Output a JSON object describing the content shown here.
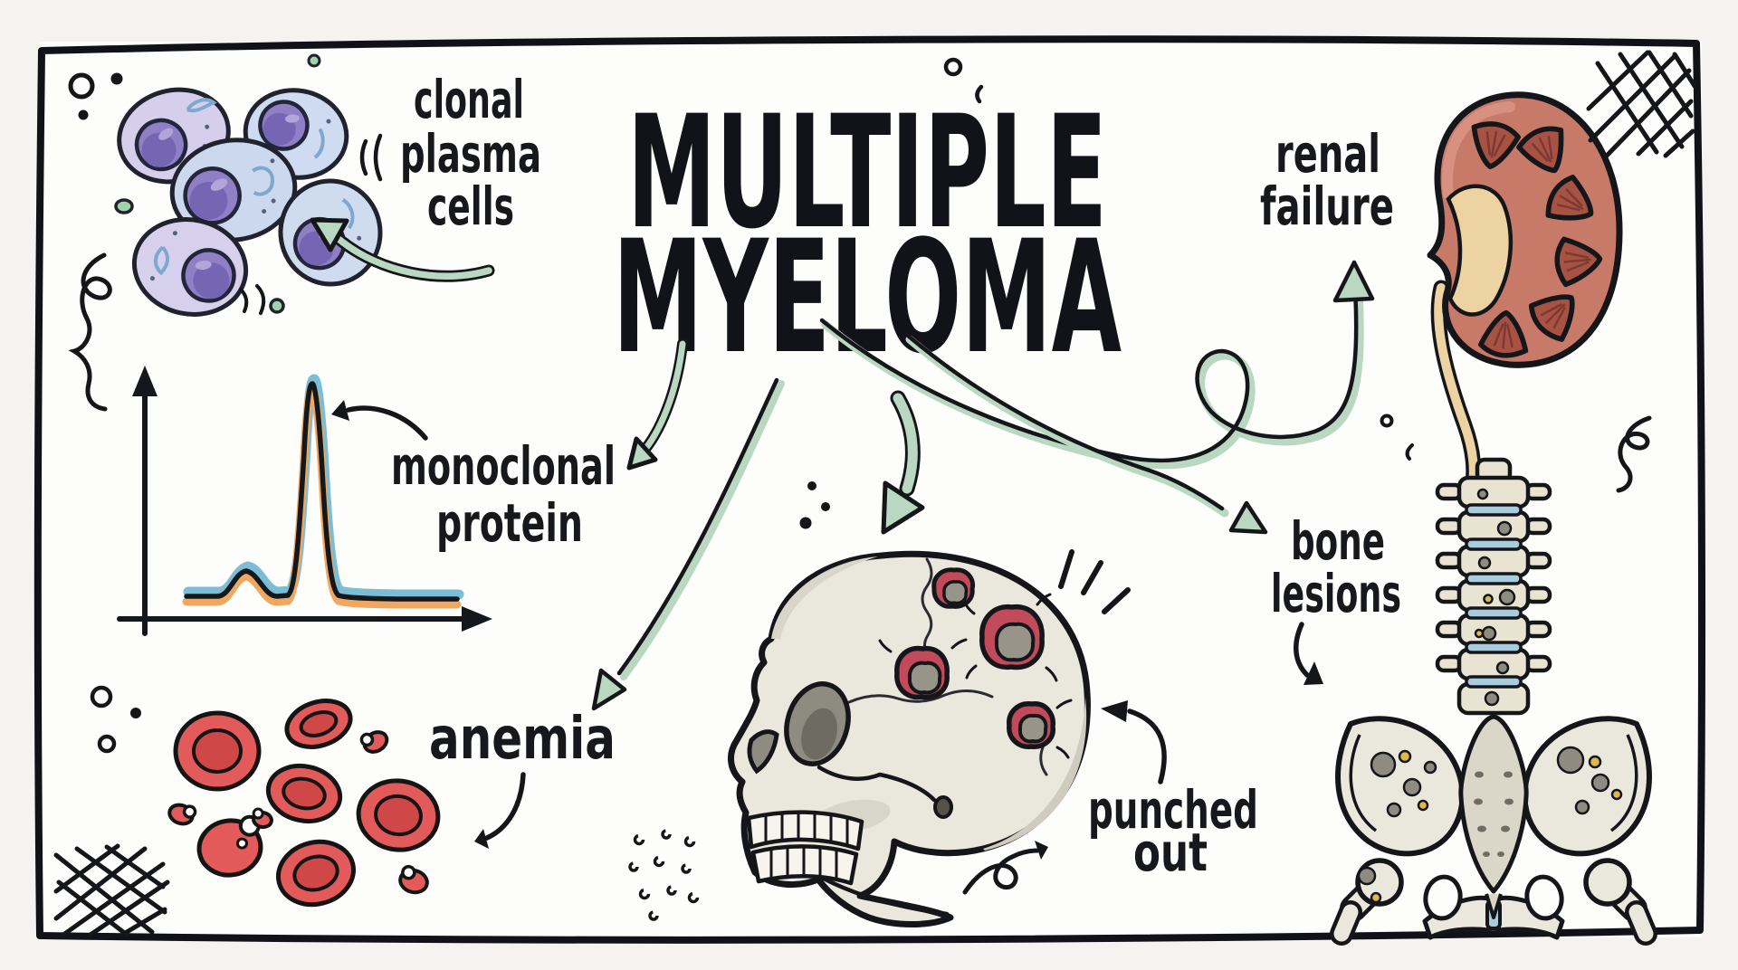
{
  "title": {
    "line1": "MULTIPLE",
    "line2": "MYELOMA"
  },
  "labels": {
    "clonal_plasma_cells": {
      "lines": [
        "clonal",
        "plasma",
        "cells"
      ]
    },
    "monoclonal_protein": {
      "lines": [
        "monoclonal",
        "protein"
      ]
    },
    "anemia": {
      "text": "anemia"
    },
    "renal_failure": {
      "lines": [
        "renal",
        "failure"
      ]
    },
    "bone_lesions": {
      "lines": [
        "bone",
        "lesions"
      ]
    },
    "punched_out": {
      "lines": [
        "punched",
        "out"
      ]
    }
  },
  "illustrations": {
    "plasma_cells_icon": "cluster of five purple clonal plasma cells",
    "spep_graph_icon": "electrophoresis curve with small bump and tall M-spike",
    "red_blood_cells_icon": "red blood cells with broken fragments",
    "skull_icon": "lateral skull with punched-out lytic lesions",
    "kidney_icon": "kidney cross-section",
    "spine_pelvis_icon": "spine and pelvis with lytic bone lesions",
    "crosshatch_doodle": "hand-drawn crosshatch corner doodle",
    "squiggle_doodle": "hand-drawn curly squiggle"
  },
  "colors": {
    "background": "#fdfdfb",
    "ink": "#15161a",
    "arrow_green": "#b9d7c1",
    "graph_blue": "#7bbdd4",
    "graph_orange": "#f0a860",
    "plasma_cytoplasm": "#ccd8ee",
    "plasma_cytoplasm_violet": "#d6cfec",
    "plasma_nucleus": "#8f7fc5",
    "rbc_red": "#e25a5a",
    "rbc_core": "#cf4747",
    "bone": "#eae7dc",
    "bone_shade": "#cfccbf",
    "lesion_rim": "#c14b5a",
    "lesion_core": "#98948a",
    "lesion_yellow": "#ddb94a",
    "kidney_cortex": "#c87a69",
    "kidney_pelvis": "#eed3a2",
    "kidney_pyramid": "#a85244",
    "disc_blue": "#a9cbdc",
    "green_dot": "#9fd4a8"
  }
}
